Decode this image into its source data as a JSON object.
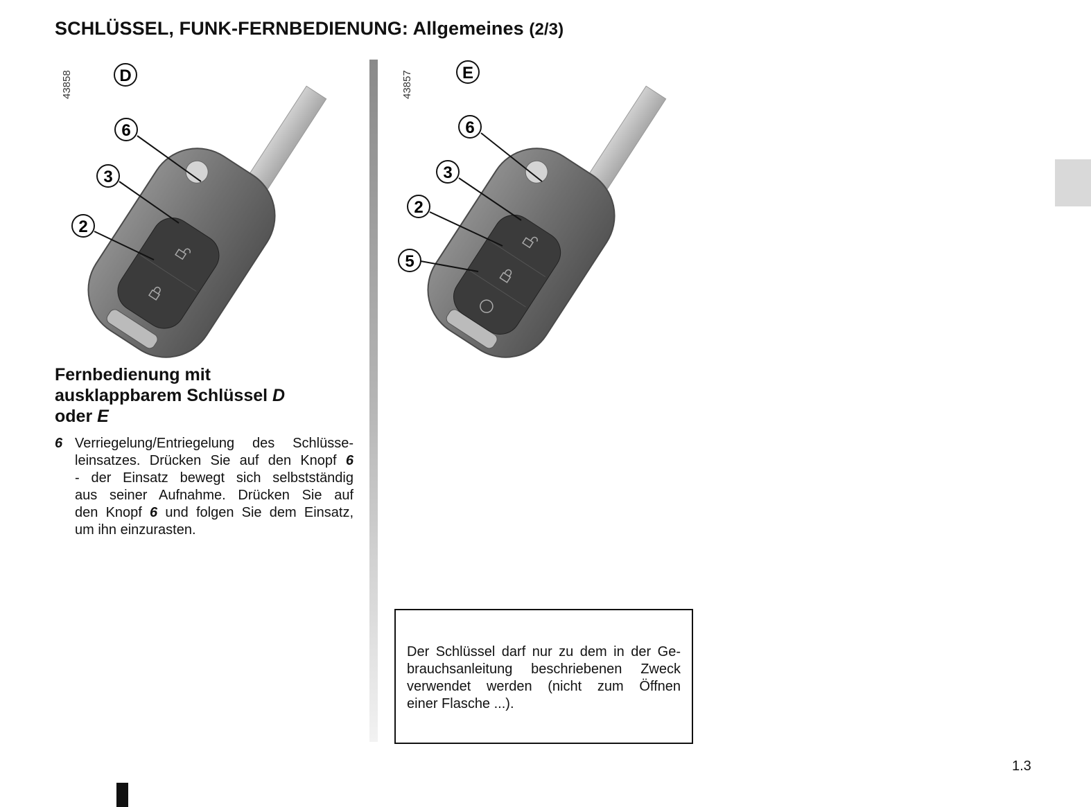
{
  "header": {
    "title": "SCHLÜSSEL, FUNK-FERNBEDIENUNG: Allgemeines",
    "part": "(2/3)"
  },
  "figures": [
    {
      "id": "D",
      "number": "43858",
      "callouts": [
        "6",
        "3",
        "2"
      ]
    },
    {
      "id": "E",
      "number": "43857",
      "callouts": [
        "6",
        "3",
        "2",
        "5"
      ]
    }
  ],
  "section": {
    "heading_lines": [
      "Fernbedienung mit",
      "ausklappbarem Schlüssel ",
      "oder "
    ],
    "heading_em": [
      "D",
      "E"
    ],
    "item": {
      "number": "6",
      "lines": [
        "Verriegelung/Entriegelung des Schlüsse-",
        "leinsatzes. Drücken Sie auf den Knopf ",
        "- der Einsatz bewegt sich selbstständig",
        "aus seiner Aufnahme. Drücken Sie auf",
        "den Knopf ",
        "um ihn einzurasten."
      ],
      "line2_ref": "6",
      "line5_ref": "6",
      "line5_rest": " und folgen Sie dem Einsatz,"
    }
  },
  "note": {
    "lines": [
      "Der Schlüssel darf nur zu dem in der Ge-",
      "brauchsanleitung beschriebenen Zweck",
      "verwendet werden (nicht zum Öffnen",
      "einer Flasche ...)."
    ]
  },
  "footer": {
    "page_number": "1.3"
  }
}
